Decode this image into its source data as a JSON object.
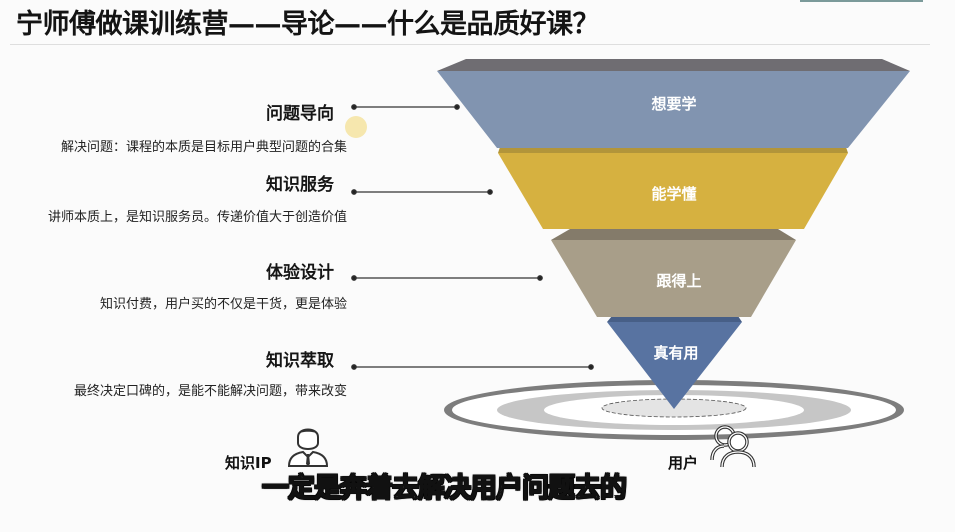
{
  "header": {
    "title": "宁师傅做课训练营——导论——什么是品质好课？"
  },
  "principles": [
    {
      "heading": "问题导向",
      "description": "解决问题：课程的本质是目标用户典型问题的合集"
    },
    {
      "heading": "知识服务",
      "description": "讲师本质上，是知识服务员。传递价值大于创造价值"
    },
    {
      "heading": "体验设计",
      "description": "知识付费，用户买的不仅是干货，更是体验"
    },
    {
      "heading": "知识萃取",
      "description": "最终决定口碑的，是能不能解决问题，带来改变"
    }
  ],
  "funnel": {
    "layers": [
      {
        "label": "想要学",
        "color": "#8194b0",
        "top_color": "#6f6d72"
      },
      {
        "label": "能学懂",
        "color": "#d6b140",
        "top_color": "#b2953a"
      },
      {
        "label": "跟得上",
        "color": "#a89e89",
        "top_color": "#847b6a"
      },
      {
        "label": "真有用",
        "color": "#5873a1",
        "top_color": "#475f87"
      }
    ]
  },
  "target": {
    "colors": [
      "#7d7d7d",
      "#ffffff",
      "#c8c8c8",
      "#ffffff",
      "#e3e3e3"
    ]
  },
  "people": {
    "left_label": "知识IP",
    "left_icon": "person-tie-icon",
    "right_label": "用户",
    "right_icon": "users-icon"
  },
  "subtitle": {
    "text": "一定是奔着去解决用户问题去的"
  }
}
